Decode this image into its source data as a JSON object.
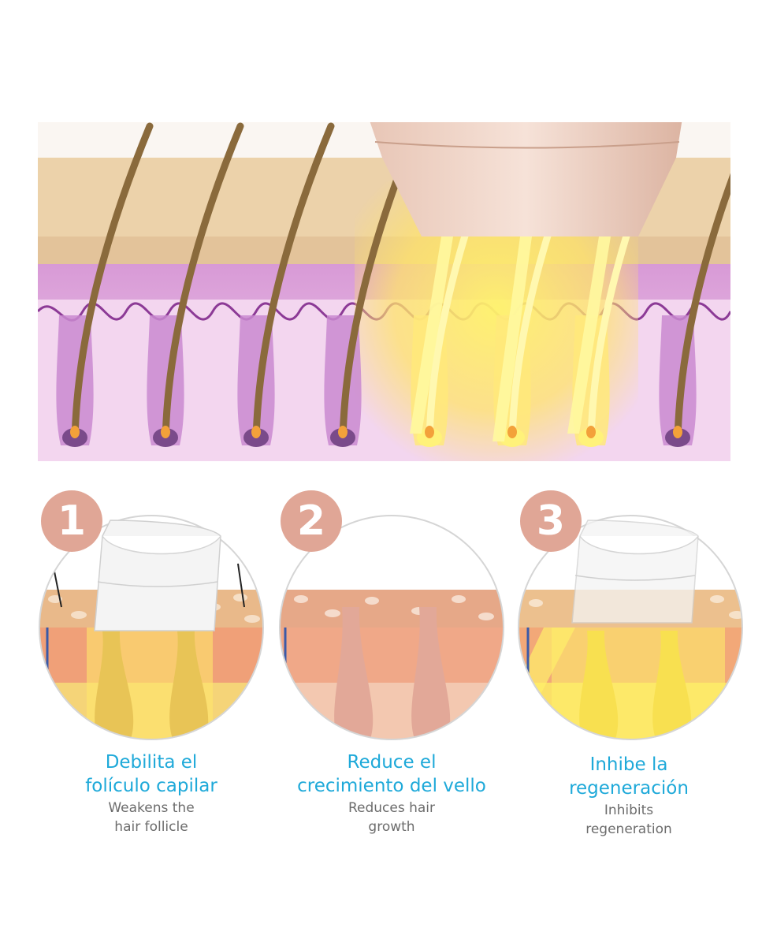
{
  "colors": {
    "skin_top": "#ecd2aa",
    "dermis": "#e8b8e2",
    "hair": "#8a6a3c",
    "light": "#fff36a",
    "badge": "#e0a696",
    "title_blue": "#1ea9d9",
    "caption_grey": "#6c6c6c"
  },
  "steps": [
    {
      "number": "1",
      "title_es_line1": "Debilita el",
      "title_es_line2": "folículo capilar",
      "caption_en_line1": "Weakens the",
      "caption_en_line2": "hair follicle"
    },
    {
      "number": "2",
      "title_es_line1": "Reduce el",
      "title_es_line2": "crecimiento del vello",
      "caption_en_line1": "Reduces hair",
      "caption_en_line2": "growth"
    },
    {
      "number": "3",
      "title_es_line1": "Inhibe la",
      "title_es_line2": "regeneración",
      "caption_en_line1": "Inhibits",
      "caption_en_line2": "regeneration"
    }
  ]
}
